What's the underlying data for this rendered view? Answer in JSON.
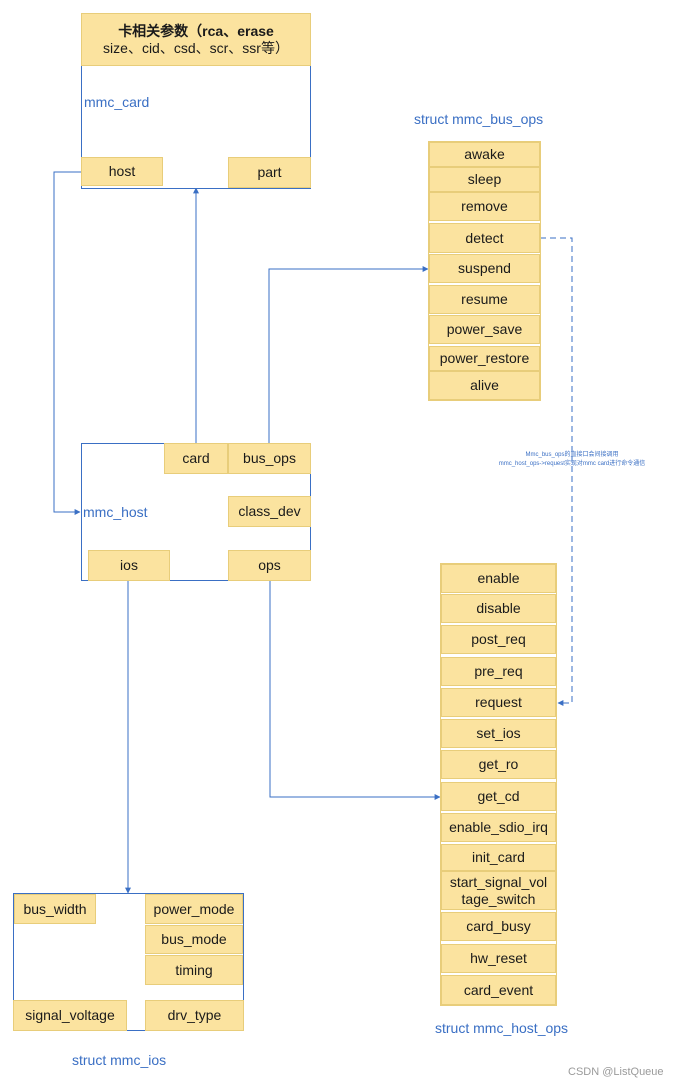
{
  "mmc_card": {
    "header_line1": "卡相关参数（rca、erase",
    "header_line2": "size、cid、csd、scr、ssr等）",
    "name": "mmc_card",
    "host": "host",
    "part": "part"
  },
  "mmc_host": {
    "name": "mmc_host",
    "card": "card",
    "bus_ops": "bus_ops",
    "class_dev": "class_dev",
    "ios": "ios",
    "ops": "ops"
  },
  "mmc_bus_ops": {
    "title": "struct mmc_bus_ops",
    "items": [
      "awake",
      "sleep",
      "remove",
      "detect",
      "suspend",
      "resume",
      "power_save",
      "power_restore",
      "alive"
    ]
  },
  "annotation": {
    "line1": "Mmc_bus_ops的直接口会间接调用",
    "line2": "mmc_host_ops->request实现对mmc card进行命令通信"
  },
  "mmc_host_ops": {
    "title": "struct mmc_host_ops",
    "items": [
      "enable",
      "disable",
      "post_req",
      "pre_req",
      "request",
      "set_ios",
      "get_ro",
      "get_cd",
      "enable_sdio_irq",
      "init_card",
      "start_signal_voltage_switch",
      "card_busy",
      "hw_reset",
      "card_event"
    ],
    "split_item_line1": "start_signal_vol",
    "split_item_line2": "tage_switch"
  },
  "mmc_ios": {
    "title": "struct mmc_ios",
    "bus_width": "bus_width",
    "power_mode": "power_mode",
    "bus_mode": "bus_mode",
    "timing": "timing",
    "signal_voltage": "signal_voltage",
    "drv_type": "drv_type"
  },
  "watermark": "CSDN @ListQueue",
  "colors": {
    "accent": "#3a6fc4",
    "cell_fill": "#fbe39f",
    "cell_border": "#e8cd7a"
  }
}
